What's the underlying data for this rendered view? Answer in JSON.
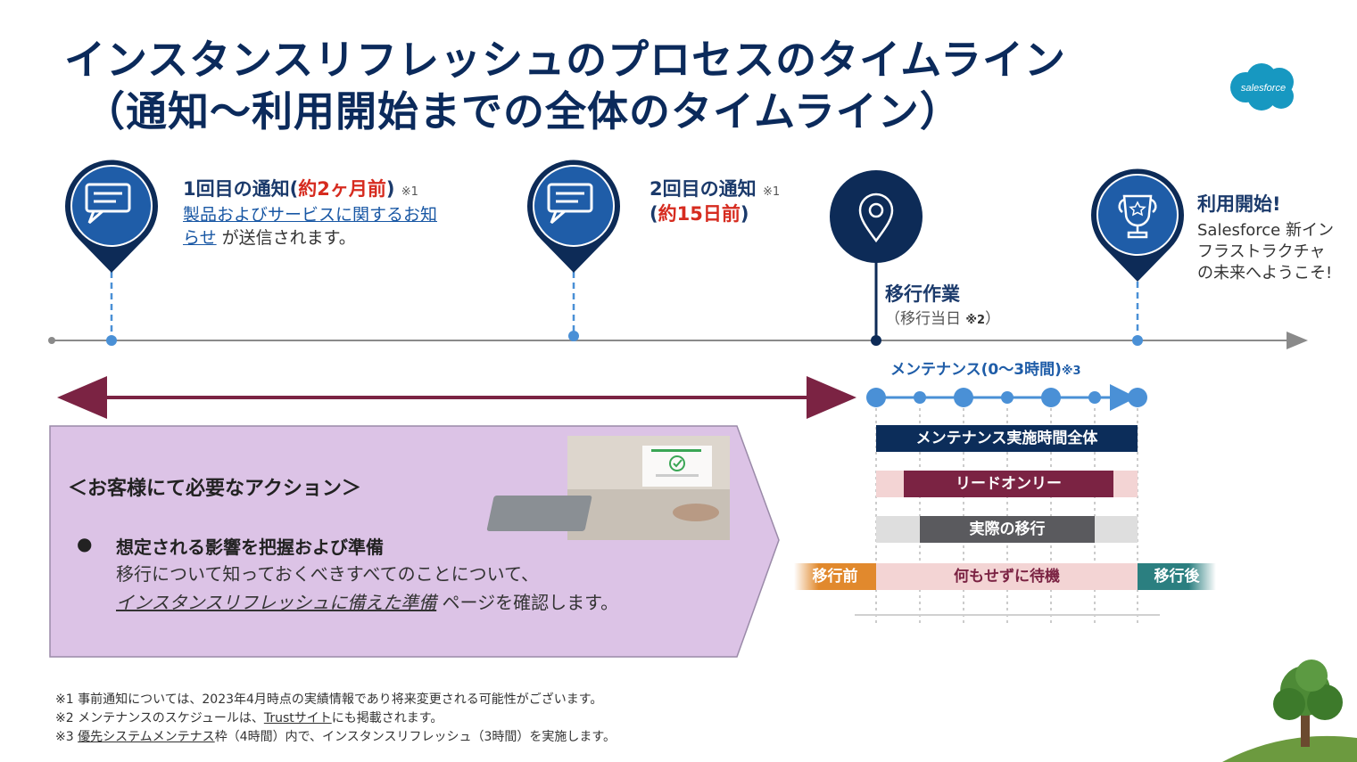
{
  "title": {
    "line1": "インスタンスリフレッシュのプロセスのタイムライン",
    "line2": "（通知〜利用開始までの全体のタイムライン）"
  },
  "logo": {
    "text": "salesforce",
    "color": "#1798c1"
  },
  "notice1": {
    "label_pre": "1回目の通知(",
    "label_red": "約2ヶ月前",
    "label_post": ")",
    "note": "※1",
    "link": "製品およびサービスに関するお知らせ",
    "link_line1": "製品およびサービスに関するお知",
    "link_line2": "らせ",
    "text_after": " が送信されます。"
  },
  "notice2": {
    "label": "2回目の通知",
    "note": "※1",
    "label2_pre": "(",
    "label2_red": "約15日前",
    "label2_post": ")"
  },
  "migration": {
    "label": "移行作業",
    "sub": "（移行当日",
    "note": "※2",
    "sub_end": "）"
  },
  "welcome": {
    "title": "利用開始!",
    "text": "Salesforce 新インフラストラクチャの未来へようこそ!"
  },
  "maintenance": {
    "label": "メンテナンス(0〜3時間)",
    "note": "※3"
  },
  "bars": {
    "total": "メンテナンス実施時間全体",
    "readonly": "リードオンリー",
    "actual": "実際の移行",
    "before": "移行前",
    "wait": "何もせずに待機",
    "after": "移行後"
  },
  "action": {
    "title": "＜お客様にて必要なアクション＞",
    "bullet": "想定される影響を把握および準備",
    "body1": "移行について知っておくべきすべてのことについて、",
    "link": "インスタンスリフレッシュに備えた準備",
    "body2_end": " ページを確認します。"
  },
  "footnotes": {
    "n1": "※1 事前通知については、2023年4月時点の実績情報であり将来変更される可能性がございます。",
    "n2_pre": "※2 メンテナンスのスケジュールは、",
    "n2_link": "Trustサイト",
    "n2_post": "にも掲載されます。",
    "n3_pre": "※3 ",
    "n3_link": "優先システムメンテナス",
    "n3_post": "枠（4時間）内で、インスタンスリフレッシュ（3時間）を実施します。"
  },
  "colors": {
    "navy": "#0b2a5b",
    "pin_blue": "#1f5da8",
    "pin_dark": "#0d2b57",
    "dot_blue": "#4a90d6",
    "arrow_maroon": "#7b2343",
    "action_fill": "#dcc3e6",
    "bar_navy": "#0c2d5a",
    "bar_maroon": "#7b2343",
    "bar_gray": "#5a5a5e",
    "bar_orange": "#e1892d",
    "bar_pink": "#f3d4d4",
    "bar_teal": "#2b7f80"
  }
}
